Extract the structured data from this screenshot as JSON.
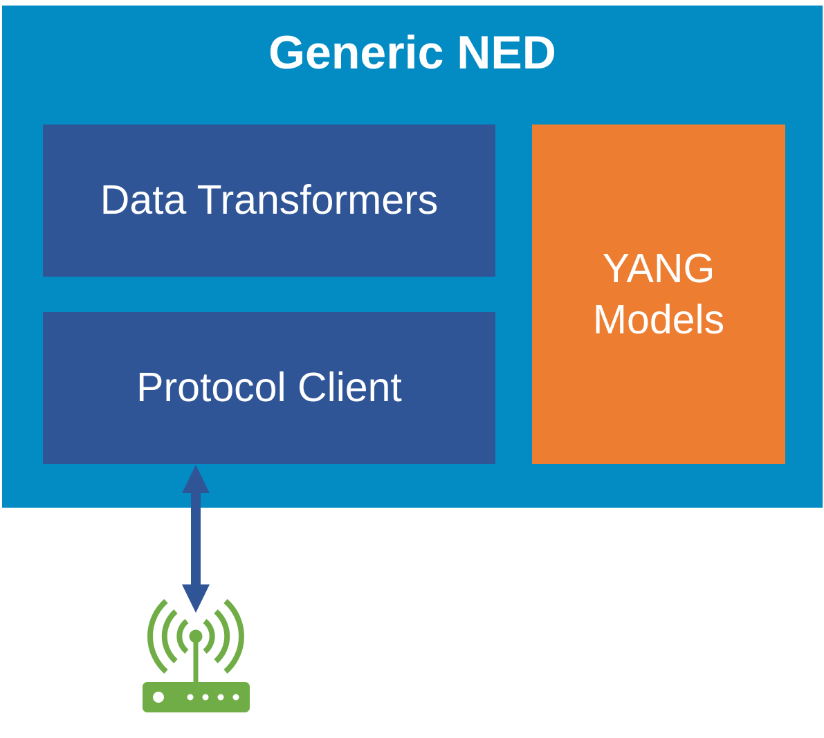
{
  "diagram": {
    "title": "Generic NED",
    "components": [
      {
        "id": "data-transformers",
        "label": "Data Transformers"
      },
      {
        "id": "protocol-client",
        "label": "Protocol Client"
      },
      {
        "id": "yang-models",
        "label_lines": [
          "YANG",
          "Models"
        ]
      }
    ],
    "connections": [
      {
        "from": "protocol-client",
        "to": "network-device",
        "type": "bidirectional-arrow"
      }
    ],
    "device": {
      "icon": "wireless-router-icon"
    }
  },
  "colors": {
    "container": "#038bc4",
    "component_dark": "#2f5597",
    "component_accent": "#ed7d31",
    "arrow": "#2f5597",
    "device": "#70ad47",
    "text": "#ffffff"
  }
}
